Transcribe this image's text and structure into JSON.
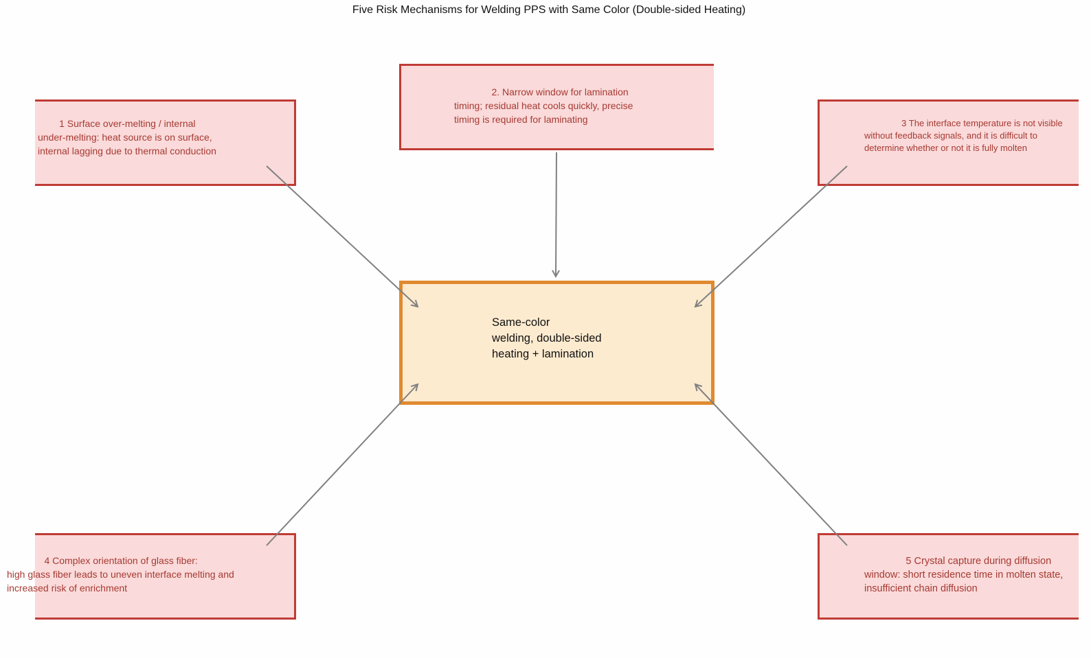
{
  "diagram": {
    "title": "Five Risk Mechanisms for Welding PPS with Same Color (Double-sided Heating)",
    "center": {
      "text": "Same-color\nwelding, double-sided\nheating + lamination"
    },
    "risks": [
      {
        "text": "        1 Surface over-melting / internal\nunder-melting: heat source is on surface,\ninternal lagging due to thermal conduction"
      },
      {
        "text": "              2. Narrow window for lamination\ntiming; residual heat cools quickly, precise\ntiming is required for laminating"
      },
      {
        "text": "               3 The interface temperature is not visible\nwithout feedback signals, and it is difficult to\ndetermine whether or not it is fully molten"
      },
      {
        "text": "              4 Complex orientation of glass fiber:\nhigh glass fiber leads to uneven interface melting and\nincreased risk of enrichment"
      },
      {
        "text": "               5 Crystal capture during diffusion\nwindow: short residence time in molten state,\ninsufficient chain diffusion"
      }
    ],
    "colors": {
      "risk_fill": "#fadada",
      "risk_border": "#bf3b35",
      "risk_text": "#a63a33",
      "center_fill": "#fdebd0",
      "center_border": "#e08a30",
      "arrow": "#808080"
    }
  }
}
